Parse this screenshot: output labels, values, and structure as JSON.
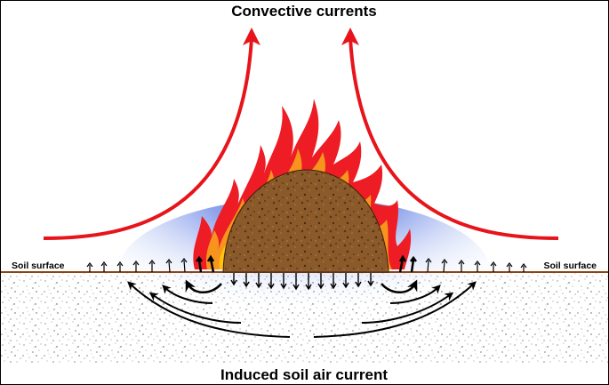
{
  "title": "Convective currents",
  "soil_surface_left": "Soil surface",
  "soil_surface_right": "Soil surface",
  "bottom_label": "Induced soil air current",
  "colors": {
    "convective_arrow": "#e8141b",
    "flame_outer": "#ee1c24",
    "flame_middle": "#f7941d",
    "flame_inner": "#ffc20e",
    "fuel_pile": "#8b5a2b",
    "soil_surface_line": "#8b4513",
    "soil_air_zone": "#3b5bdb",
    "soil_arrows": "#000000"
  },
  "icons": {
    "convective_arrow": "up-curving-arrow",
    "fire": "flame-icon",
    "fuel": "burning-mound",
    "soil_flow": "curved-arrow"
  }
}
